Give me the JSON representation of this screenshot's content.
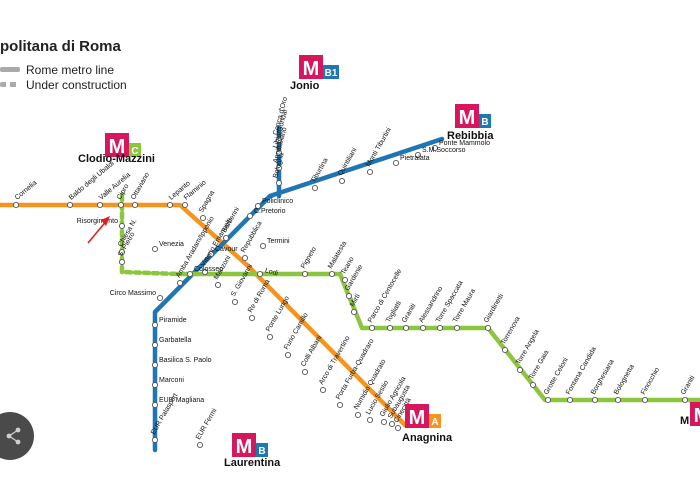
{
  "map_title": "politana di Roma",
  "legend": {
    "line_label": "Rome metro line",
    "construction_label": "Under construction"
  },
  "colors": {
    "lineA": "#f7941d",
    "lineB": "#1e77b4",
    "lineC": "#8cc63f",
    "construction": "#aaaaaa",
    "metro_logo": "#d6175e"
  },
  "icons": {
    "metro_logo": "M-logo",
    "share": "share-icon",
    "arrow": "red-arrow"
  },
  "termini": [
    {
      "id": "clodio",
      "name": "Clodio-Mazzini",
      "line": "C"
    },
    {
      "id": "jonio",
      "name": "Jonio",
      "line": "B1"
    },
    {
      "id": "rebibbia",
      "name": "Rebibbia",
      "line": "B"
    },
    {
      "id": "laurentina",
      "name": "Laurentina",
      "line": "B"
    },
    {
      "id": "anagnina",
      "name": "Anagnina",
      "line": "A"
    },
    {
      "id": "east",
      "name": "M",
      "line": ""
    }
  ],
  "stations": [
    "Cornelia",
    "Baldo degli Ubaldi",
    "Valle Aurelia",
    "Cipro",
    "Ottaviano",
    "Lepanto",
    "Flaminio",
    "Spagna",
    "Barberini",
    "Repubblica",
    "Termini",
    "Vittorio Emanuele",
    "Manzoni",
    "S. Giovanni",
    "Re di Roma",
    "Ponte Lungo",
    "Furio Camillo",
    "Colli Albani",
    "Arco di Travertino",
    "Porta Furba-Quadraro",
    "Numidio Quadrato",
    "Lucio Sestio",
    "Giulio Agricola",
    "Subaugusta",
    "Cinecittà",
    "Conca d'Oro",
    "Libia/Gondar",
    "Annibaliano",
    "Bologna",
    "Tiburtina",
    "Quintiliani",
    "Monti Tiburtini",
    "Pietralata",
    "S.M.Soccorso",
    "Ponte Mammolo",
    "Policlinico",
    "C.Pretorio",
    "Cavour",
    "Colosseo",
    "Circo Massimo",
    "Piramide",
    "Garbatella",
    "Basilica S. Paolo",
    "Marconi",
    "EUR Magliana",
    "EUR Palasport",
    "EUR Fermi",
    "Risorgimento",
    "Chiesa N.",
    "S. Pietro",
    "Venezia",
    "Amba Aradam/Ipponio",
    "Lodi",
    "Pigneto",
    "Malatesta",
    "Teano",
    "Gardenie",
    "Mirti",
    "Parco di Centocelle",
    "Togliatti",
    "Graniti",
    "Alessandrino",
    "Torre Spaccata",
    "Torre Maura",
    "Giardinetti",
    "Torrenova",
    "Torre Angela",
    "Torre Gaia",
    "Grotte Celoni",
    "Fontana Candida",
    "Borghesiana",
    "Bolognetta",
    "Finocchio",
    "Graniti"
  ],
  "network": {
    "A": {
      "name": "A"
    },
    "B": {
      "name": "B"
    },
    "B1": {
      "name": "B1"
    },
    "C": {
      "name": "C"
    }
  }
}
